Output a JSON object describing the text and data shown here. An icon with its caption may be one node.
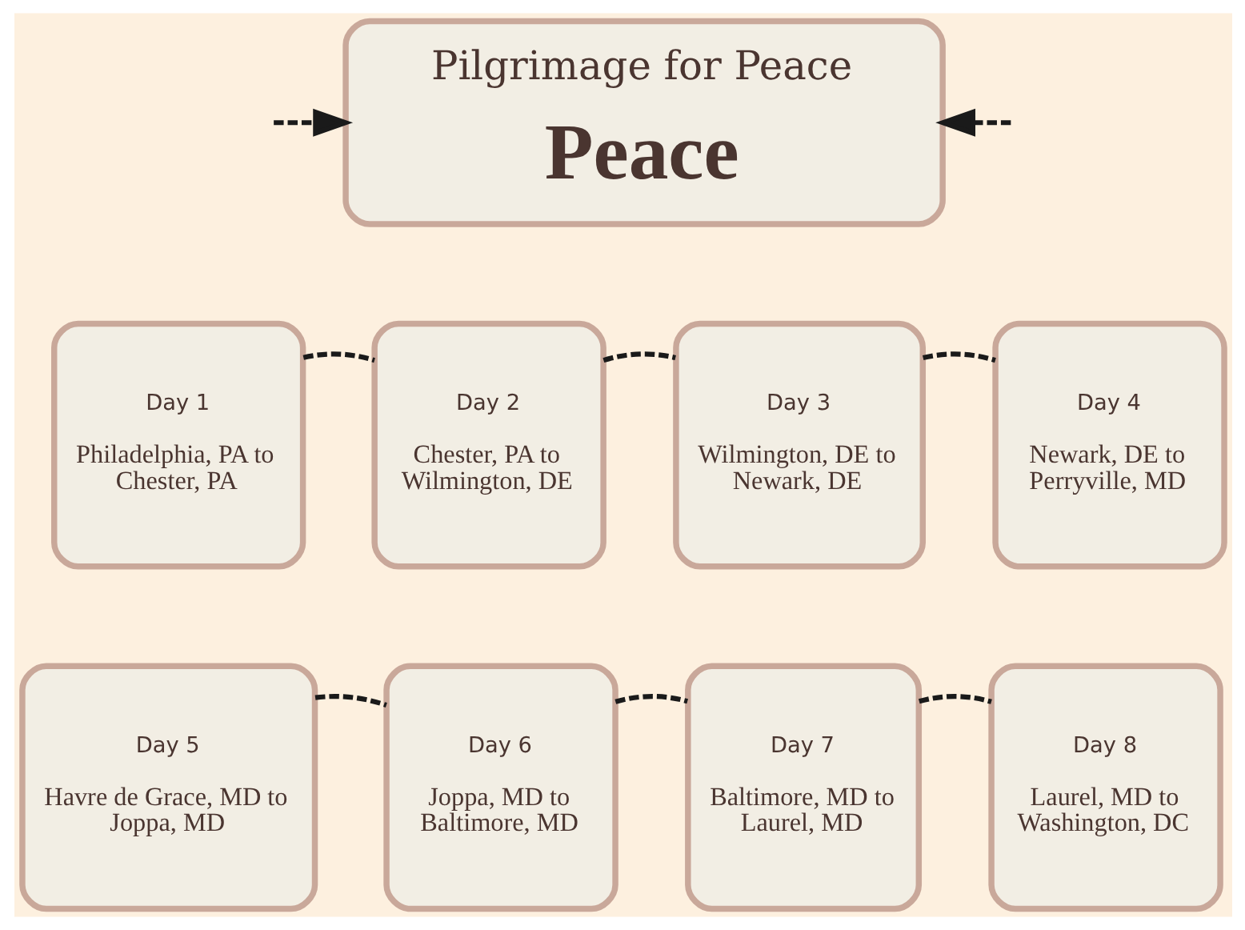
{
  "diagram": {
    "nodes": [
      {
        "text": [
          "Pilgrimage for Peace",
          "Peace"
        ]
      },
      {
        "text": [
          "Day 1",
          "Philadelphia, PA to Chester, PA"
        ]
      },
      {
        "text": [
          "Day 2",
          "Chester, PA to Wilmington, DE"
        ]
      },
      {
        "text": [
          "Day 3",
          "Wilmington, DE to Newark, DE"
        ]
      },
      {
        "text": [
          "Day 4",
          "Newark, DE to Perryville, MD"
        ]
      },
      {
        "text": [
          "Day 5",
          "Havre de Grace, MD to Joppa, MD"
        ]
      },
      {
        "text": [
          "Day 6",
          "Joppa, MD to Baltimore, MD"
        ]
      },
      {
        "text": [
          "Day 7",
          "Baltimore, MD to Laurel, MD"
        ]
      },
      {
        "text": [
          "Day 8",
          "Laurel, MD to Washington, DC"
        ]
      }
    ],
    "edges": [
      {
        "from": null,
        "to": 0,
        "arrow": "to",
        "style": "dashed"
      },
      {
        "from": null,
        "to": 0,
        "arrow": "to",
        "style": "dashed"
      },
      {
        "from": 1,
        "to": 2,
        "arrow": "none",
        "style": "dashed"
      },
      {
        "from": 2,
        "to": 3,
        "arrow": "none",
        "style": "dashed"
      },
      {
        "from": 3,
        "to": 4,
        "arrow": "none",
        "style": "dashed"
      },
      {
        "from": 5,
        "to": 6,
        "arrow": "none",
        "style": "dashed"
      },
      {
        "from": 6,
        "to": 7,
        "arrow": "none",
        "style": "dashed"
      },
      {
        "from": 7,
        "to": 8,
        "arrow": "none",
        "style": "dashed"
      }
    ]
  }
}
